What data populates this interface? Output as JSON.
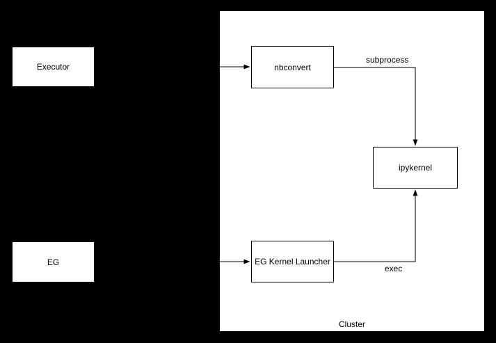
{
  "diagram": {
    "background_color": "#000000",
    "node_fill_color": "#ffffff",
    "stroke_color": "#000000",
    "cluster": {
      "label": "Cluster"
    },
    "nodes": [
      {
        "id": "executor",
        "label": "Executor"
      },
      {
        "id": "eg",
        "label": "EG"
      },
      {
        "id": "nbconvert",
        "label": "nbconvert"
      },
      {
        "id": "eg-kernel-launcher",
        "label": "EG Kernel Launcher"
      },
      {
        "id": "ipykernel",
        "label": "ipykernel"
      }
    ],
    "edges": [
      {
        "from": "executor",
        "to": "nbconvert",
        "label": ""
      },
      {
        "from": "nbconvert",
        "to": "ipykernel",
        "label": "subprocess"
      },
      {
        "from": "eg",
        "to": "eg-kernel-launcher",
        "label": ""
      },
      {
        "from": "eg-kernel-launcher",
        "to": "ipykernel",
        "label": "exec"
      }
    ]
  }
}
